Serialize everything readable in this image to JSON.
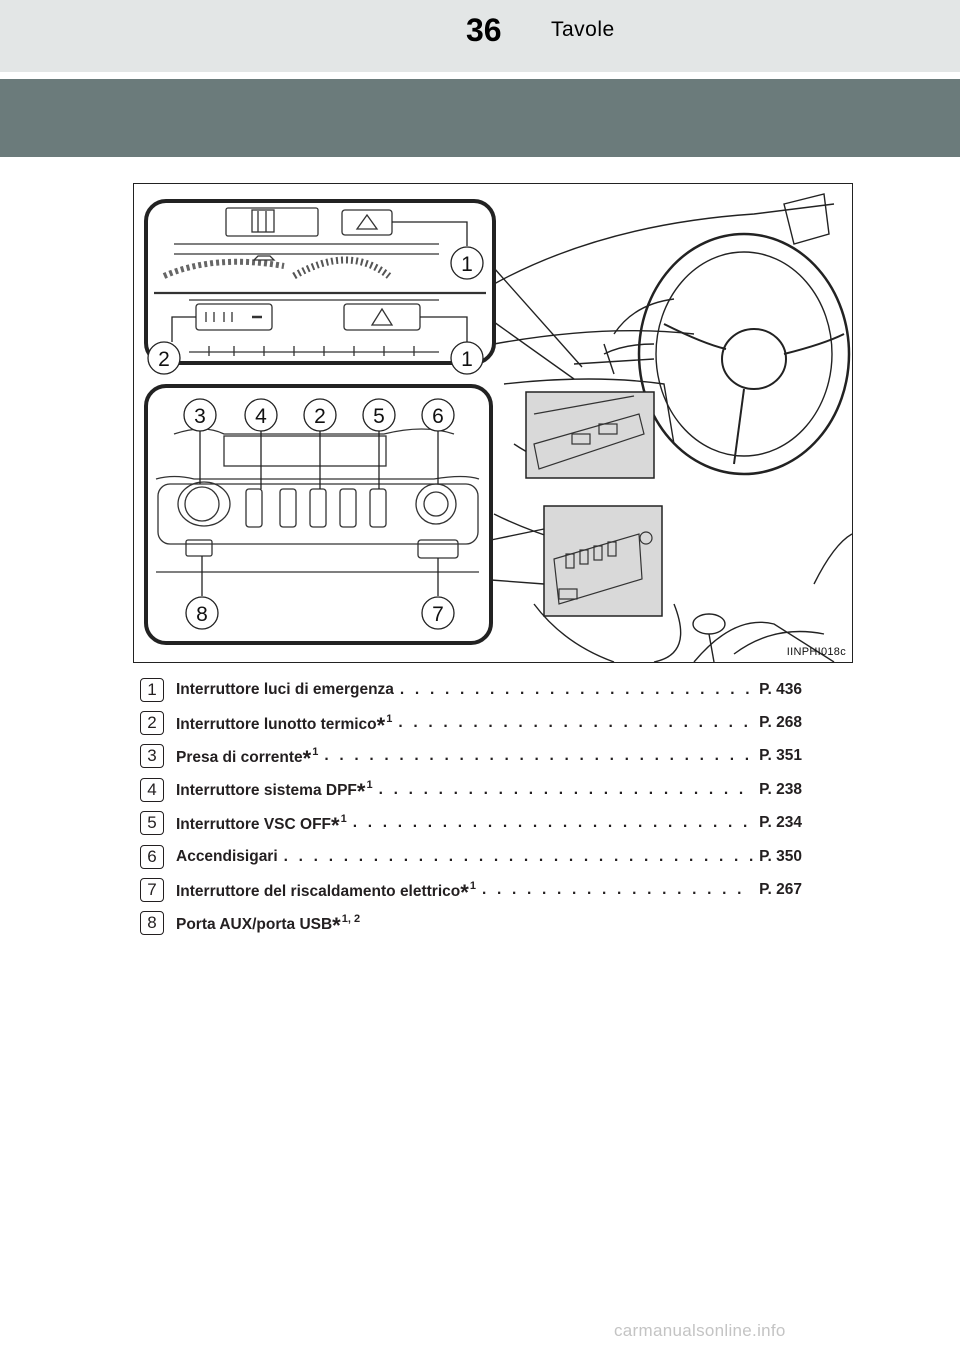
{
  "header": {
    "page_number": "36",
    "section_title": "Tavole"
  },
  "figure": {
    "code": "IINPHI018c",
    "callouts": {
      "top_right_1": "1",
      "mid_left_2": "2",
      "mid_right_1": "1",
      "c3": "3",
      "c4": "4",
      "c2": "2",
      "c5": "5",
      "c6": "6",
      "c8": "8",
      "c7": "7"
    }
  },
  "items": [
    {
      "num": "1",
      "label": "Interruttore luci di emergenza",
      "note": "",
      "page": "P. 436"
    },
    {
      "num": "2",
      "label": "Interruttore lunotto termico",
      "note": "1",
      "page": "P. 268"
    },
    {
      "num": "3",
      "label": "Presa di corrente",
      "note": "1",
      "page": "P. 351"
    },
    {
      "num": "4",
      "label": "Interruttore sistema DPF",
      "note": "1",
      "page": "P. 238"
    },
    {
      "num": "5",
      "label": "Interruttore VSC OFF",
      "note": "1",
      "page": "P. 234"
    },
    {
      "num": "6",
      "label": "Accendisigari",
      "note": "",
      "page": "P. 350"
    },
    {
      "num": "7",
      "label": "Interruttore del riscaldamento elettrico",
      "note": "1",
      "page": "P. 267"
    },
    {
      "num": "8",
      "label": "Porta AUX/porta USB",
      "note": "1, 2",
      "page": ""
    }
  ],
  "watermark": "carmanualsonline.info"
}
